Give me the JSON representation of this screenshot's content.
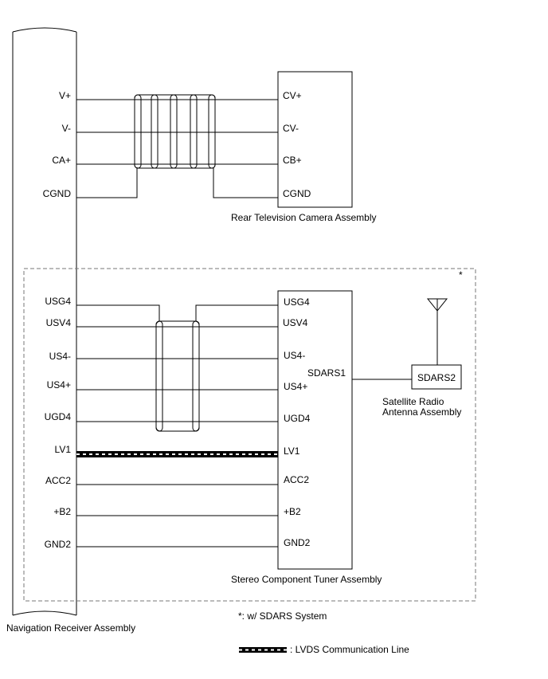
{
  "nav_receiver": {
    "name": "Navigation Receiver Assembly",
    "pins": [
      "V+",
      "V-",
      "CA+",
      "CGND",
      "USG4",
      "USV4",
      "US4-",
      "US4+",
      "UGD4",
      "LV1",
      "ACC2",
      "+B2",
      "GND2"
    ]
  },
  "camera": {
    "name": "Rear Television Camera Assembly",
    "pins": [
      "CV+",
      "CV-",
      "CB+",
      "CGND"
    ]
  },
  "tuner": {
    "name": "Stereo Component Tuner Assembly",
    "pins": [
      "USG4",
      "USV4",
      "US4-",
      "US4+",
      "UGD4",
      "LV1",
      "ACC2",
      "+B2",
      "GND2"
    ],
    "sdars_pin": "SDARS1"
  },
  "antenna": {
    "name_line1": "Satellite Radio",
    "name_line2": "Antenna Assembly",
    "pin": "SDARS2"
  },
  "sdars_region": {
    "marker": "*",
    "note": "*: w/ SDARS System"
  },
  "legend": {
    "lvds_label": ": LVDS Communication Line"
  }
}
